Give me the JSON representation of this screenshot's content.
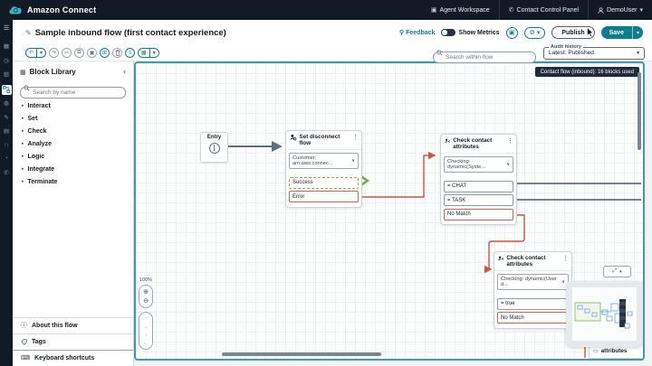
{
  "topbar": {
    "brand": "Amazon Connect",
    "agent_workspace": "Agent Workspace",
    "contact_control_panel": "Contact Control Panel",
    "user": "DemoUser"
  },
  "titlebar": {
    "title": "Sample inbound flow (first contact experience)",
    "feedback": "Feedback",
    "show_metrics": "Show Metrics",
    "publish": "Publish",
    "save": "Save"
  },
  "toolrow": {
    "search_placeholder": "Search within flow",
    "audit_label": "Audit history",
    "audit_value": "Latest: Published"
  },
  "library": {
    "title": "Block Library",
    "search_placeholder": "Search by name",
    "categories": [
      "Interact",
      "Set",
      "Check",
      "Analyze",
      "Logic",
      "Integrate",
      "Terminate"
    ],
    "footer": [
      "About this flow",
      "Tags",
      "Keyboard shortcuts"
    ]
  },
  "canvas": {
    "badge": "Contact flow (inbound): 16 blocks used",
    "zoom": "100%",
    "entry": "Entry",
    "partial_label": "attributes",
    "blocks": [
      {
        "title": "Set disconnect flow",
        "param": "Customer: arn:aws:connec...",
        "outputs": [
          "Success",
          "Error"
        ]
      },
      {
        "title": "Check contact attributes",
        "param": "Checking: dynamic(Syste...",
        "outputs": [
          "= CHAT",
          "= TASK",
          "No Match"
        ]
      },
      {
        "title": "Check contact attributes",
        "param": "Checking: dynamic(User d...",
        "outputs": [
          "= true",
          "No Match"
        ]
      }
    ]
  },
  "colors": {
    "accent_teal": "#0d7e8e",
    "canvas_border": "#3d9bab",
    "topbar_bg": "#121b25",
    "wire_slate": "#5f7080",
    "wire_success": "#6fae44",
    "wire_error": "#d2543e"
  },
  "icons": {
    "hamburger": "☰",
    "caret_down": "▾",
    "chevron_left": "‹",
    "row_caret": "▸",
    "kebab": "⋮",
    "pencil": "✎",
    "undo": "↶",
    "redo": "↷",
    "cut": "✂",
    "copy": "⧉",
    "paste": "▣",
    "snap": "⊞",
    "list": "≡",
    "grid": "▦",
    "param_caret": "∨",
    "info": "ⓘ",
    "keyboard": "⌨",
    "zoom_in": "⊕",
    "zoom_out": "⊖",
    "arrow_up": "↑",
    "arrow_right": "→",
    "arrow_down": "↓",
    "arrow_left": "←",
    "gear": "⚙",
    "expand": "⤢",
    "workspace": "▣",
    "phone": "✆",
    "feedback_bulb": "⚲",
    "partial": "▭",
    "nav": [
      "▦",
      "◷",
      "▥",
      "◍",
      "✎",
      "▤",
      "∩",
      "◔",
      "✆"
    ]
  }
}
